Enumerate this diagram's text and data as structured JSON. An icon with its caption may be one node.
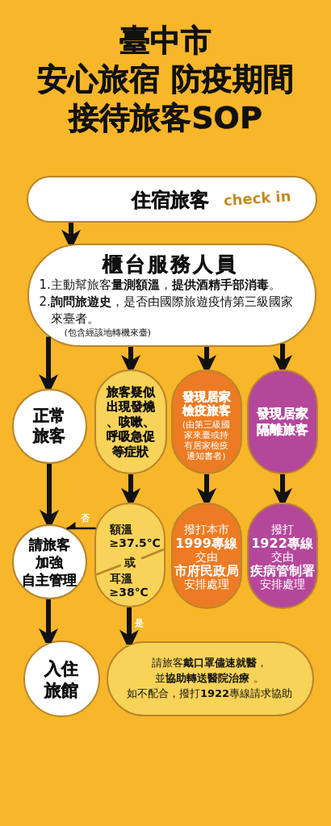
{
  "diagram": {
    "title": "臺中市安心旅宿 防疫期間接待旅客SOP",
    "nodes": [
      {
        "text": [
          "住宿旅客",
          "check in"
        ]
      },
      {
        "text": [
          "櫃台服務人員",
          "1.主動幫旅客**量測額溫**，**提供酒精手部消毒**。",
          "2.**詢問旅遊史**，是否由國際旅遊疫情第三級國家來臺者。",
          "(包含經該地轉機來臺)"
        ]
      },
      {
        "text": [
          "正常旅客"
        ]
      },
      {
        "text": [
          "旅客疑似出現發燒、咳嗽、呼吸急促等症狀"
        ]
      },
      {
        "text": [
          "發現居家檢疫旅客",
          "(由第三級國家來臺或持有居家檢疫通知書者)"
        ]
      },
      {
        "text": [
          "發現居家隔離旅客"
        ]
      },
      {
        "text": [
          "請旅客加強自主管理"
        ]
      },
      {
        "text": [
          "額溫≥37.5℃",
          "或",
          "耳溫≥38℃"
        ]
      },
      {
        "text": [
          "撥打本市**1999專線**交由**市府民政局**安排處理"
        ]
      },
      {
        "text": [
          "撥打**1922專線**交由**疾病管制署**安排處理"
        ]
      },
      {
        "text": [
          "入住旅館"
        ]
      },
      {
        "text": [
          "請旅客**戴口罩儘速就醫**，並**協助轉送醫院治療** 。",
          "如不配合，撥打**1922**專線請求協助"
        ]
      }
    ],
    "edges": [
      {
        "from": 0,
        "to": 1,
        "arrow": "to"
      },
      {
        "from": 1,
        "to": 2,
        "arrow": "to"
      },
      {
        "from": 1,
        "to": 3,
        "arrow": "to"
      },
      {
        "from": 1,
        "to": 4,
        "arrow": "to"
      },
      {
        "from": 1,
        "to": 5,
        "arrow": "to"
      },
      {
        "from": 2,
        "to": 6,
        "arrow": "to"
      },
      {
        "from": 3,
        "to": 7,
        "arrow": "to"
      },
      {
        "from": 4,
        "to": 8,
        "arrow": "to"
      },
      {
        "from": 5,
        "to": 9,
        "arrow": "to"
      },
      {
        "from": 6,
        "to": 10,
        "arrow": "to"
      },
      {
        "from": 7,
        "to": 11,
        "arrow": "to",
        "label": "是"
      },
      {
        "from": 7,
        "to": 6,
        "arrow": "to",
        "label": "否"
      }
    ]
  }
}
